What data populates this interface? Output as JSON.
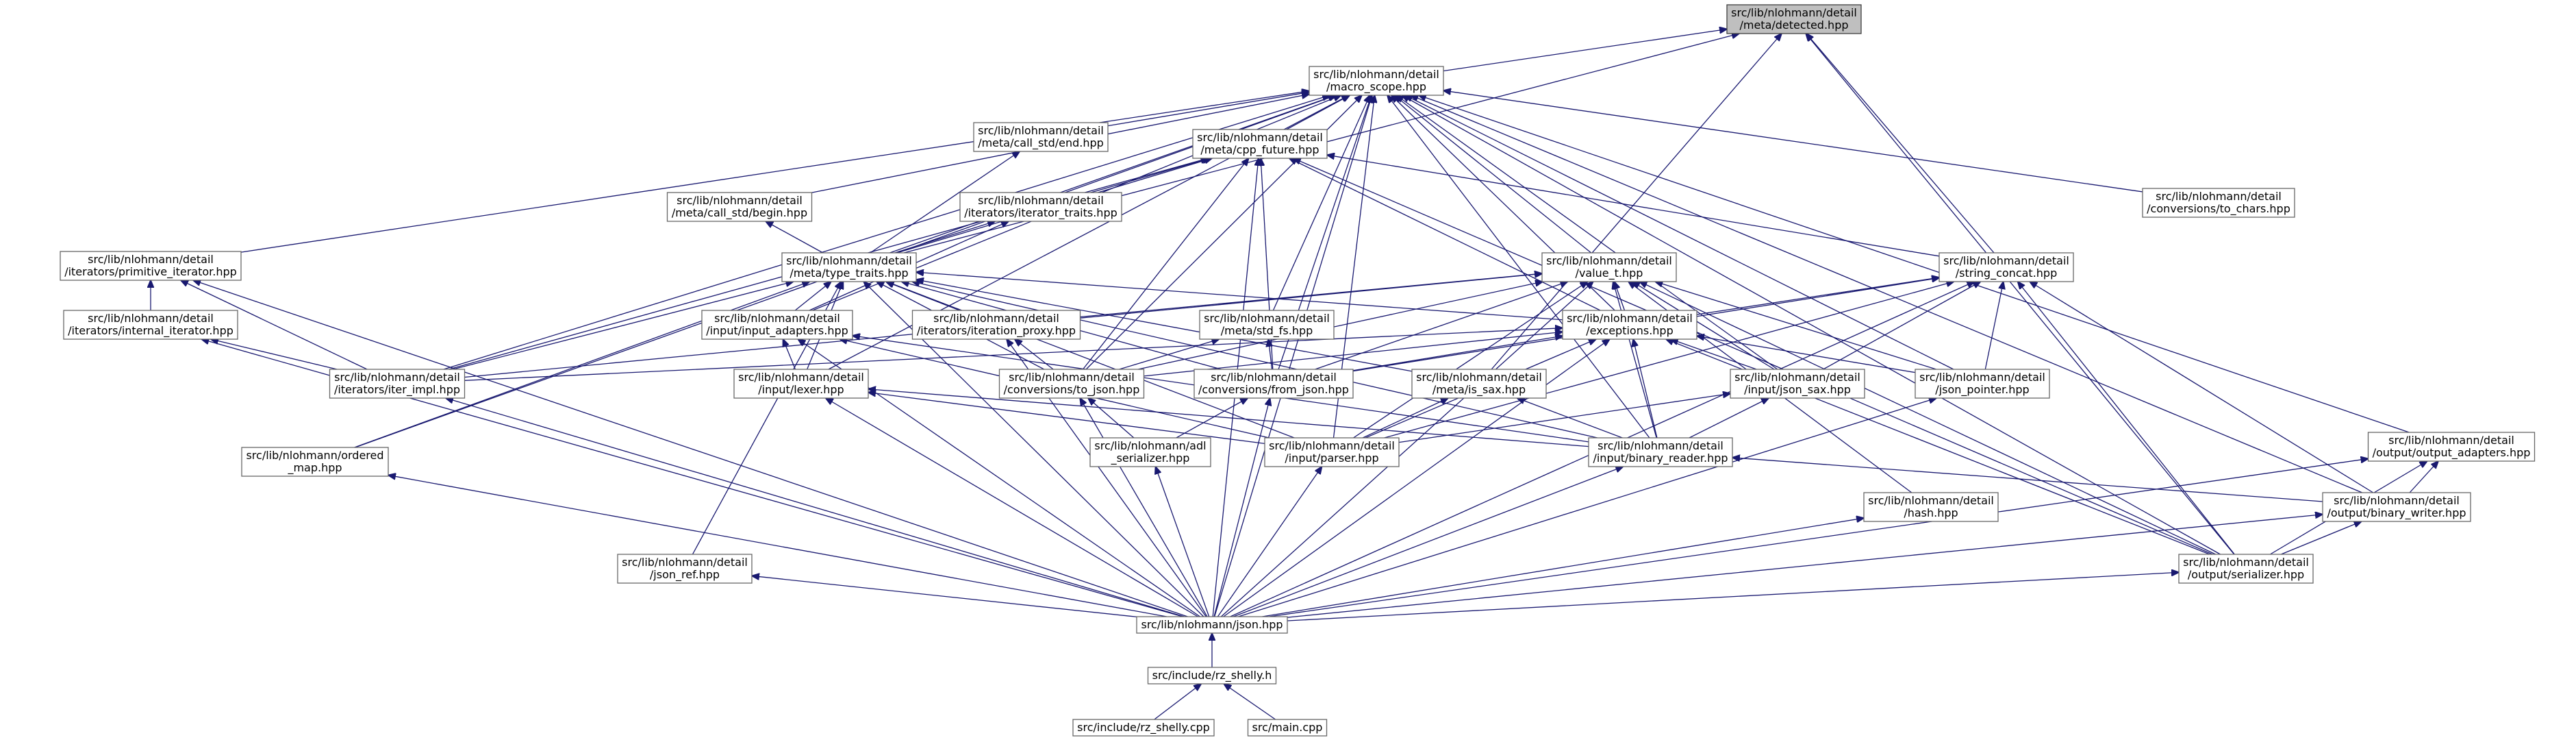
{
  "colors": {
    "edge": "#191970",
    "node_border": "#666666",
    "root_fill": "#bfbfbf",
    "background": "#ffffff"
  },
  "nodes": [
    {
      "id": "detected",
      "lines": [
        "src/lib/nlohmann/detail",
        "/meta/detected.hpp"
      ],
      "root": true
    },
    {
      "id": "macro_scope",
      "lines": [
        "src/lib/nlohmann/detail",
        "/macro_scope.hpp"
      ]
    },
    {
      "id": "call_std_end",
      "lines": [
        "src/lib/nlohmann/detail",
        "/meta/call_std/end.hpp"
      ]
    },
    {
      "id": "cpp_future",
      "lines": [
        "src/lib/nlohmann/detail",
        "/meta/cpp_future.hpp"
      ]
    },
    {
      "id": "to_chars",
      "lines": [
        "src/lib/nlohmann/detail",
        "/conversions/to_chars.hpp"
      ]
    },
    {
      "id": "call_std_begin",
      "lines": [
        "src/lib/nlohmann/detail",
        "/meta/call_std/begin.hpp"
      ]
    },
    {
      "id": "iterator_traits",
      "lines": [
        "src/lib/nlohmann/detail",
        "/iterators/iterator_traits.hpp"
      ]
    },
    {
      "id": "primitive_iterator",
      "lines": [
        "src/lib/nlohmann/detail",
        "/iterators/primitive_iterator.hpp"
      ]
    },
    {
      "id": "type_traits",
      "lines": [
        "src/lib/nlohmann/detail",
        "/meta/type_traits.hpp"
      ]
    },
    {
      "id": "value_t",
      "lines": [
        "src/lib/nlohmann/detail",
        "/value_t.hpp"
      ]
    },
    {
      "id": "string_concat",
      "lines": [
        "src/lib/nlohmann/detail",
        "/string_concat.hpp"
      ]
    },
    {
      "id": "internal_iterator",
      "lines": [
        "src/lib/nlohmann/detail",
        "/iterators/internal_iterator.hpp"
      ]
    },
    {
      "id": "ordered_map",
      "lines": [
        "src/lib/nlohmann/ordered",
        "_map.hpp"
      ]
    },
    {
      "id": "input_adapters",
      "lines": [
        "src/lib/nlohmann/detail",
        "/input/input_adapters.hpp"
      ]
    },
    {
      "id": "iteration_proxy",
      "lines": [
        "src/lib/nlohmann/detail",
        "/iterators/iteration_proxy.hpp"
      ]
    },
    {
      "id": "std_fs",
      "lines": [
        "src/lib/nlohmann/detail",
        "/meta/std_fs.hpp"
      ]
    },
    {
      "id": "exceptions",
      "lines": [
        "src/lib/nlohmann/detail",
        "/exceptions.hpp"
      ]
    },
    {
      "id": "iter_impl",
      "lines": [
        "src/lib/nlohmann/detail",
        "/iterators/iter_impl.hpp"
      ]
    },
    {
      "id": "lexer",
      "lines": [
        "src/lib/nlohmann/detail",
        "/input/lexer.hpp"
      ]
    },
    {
      "id": "to_json",
      "lines": [
        "src/lib/nlohmann/detail",
        "/conversions/to_json.hpp"
      ]
    },
    {
      "id": "from_json",
      "lines": [
        "src/lib/nlohmann/detail",
        "/conversions/from_json.hpp"
      ]
    },
    {
      "id": "is_sax",
      "lines": [
        "src/lib/nlohmann/detail",
        "/meta/is_sax.hpp"
      ]
    },
    {
      "id": "json_sax",
      "lines": [
        "src/lib/nlohmann/detail",
        "/input/json_sax.hpp"
      ]
    },
    {
      "id": "json_pointer",
      "lines": [
        "src/lib/nlohmann/detail",
        "/json_pointer.hpp"
      ]
    },
    {
      "id": "output_adapters",
      "lines": [
        "src/lib/nlohmann/detail",
        "/output/output_adapters.hpp"
      ]
    },
    {
      "id": "adl_serializer",
      "lines": [
        "src/lib/nlohmann/adl",
        "_serializer.hpp"
      ]
    },
    {
      "id": "parser",
      "lines": [
        "src/lib/nlohmann/detail",
        "/input/parser.hpp"
      ]
    },
    {
      "id": "binary_reader",
      "lines": [
        "src/lib/nlohmann/detail",
        "/input/binary_reader.hpp"
      ]
    },
    {
      "id": "hash",
      "lines": [
        "src/lib/nlohmann/detail",
        "/hash.hpp"
      ]
    },
    {
      "id": "binary_writer",
      "lines": [
        "src/lib/nlohmann/detail",
        "/output/binary_writer.hpp"
      ]
    },
    {
      "id": "json_ref",
      "lines": [
        "src/lib/nlohmann/detail",
        "/json_ref.hpp"
      ]
    },
    {
      "id": "serializer",
      "lines": [
        "src/lib/nlohmann/detail",
        "/output/serializer.hpp"
      ]
    },
    {
      "id": "json",
      "lines": [
        "src/lib/nlohmann/json.hpp"
      ]
    },
    {
      "id": "rz_shelly_h",
      "lines": [
        "src/include/rz_shelly.h"
      ]
    },
    {
      "id": "rz_shelly_cpp",
      "lines": [
        "src/include/rz_shelly.cpp"
      ]
    },
    {
      "id": "main_cpp",
      "lines": [
        "src/main.cpp"
      ]
    }
  ],
  "edges": [
    [
      "macro_scope",
      "detected"
    ],
    [
      "string_concat",
      "detected"
    ],
    [
      "type_traits",
      "detected"
    ],
    [
      "is_sax",
      "detected"
    ],
    [
      "serializer",
      "detected"
    ],
    [
      "call_std_end",
      "macro_scope"
    ],
    [
      "cpp_future",
      "macro_scope"
    ],
    [
      "to_chars",
      "macro_scope"
    ],
    [
      "call_std_begin",
      "macro_scope"
    ],
    [
      "primitive_iterator",
      "macro_scope"
    ],
    [
      "type_traits",
      "macro_scope"
    ],
    [
      "value_t",
      "macro_scope"
    ],
    [
      "ordered_map",
      "macro_scope"
    ],
    [
      "input_adapters",
      "macro_scope"
    ],
    [
      "std_fs",
      "macro_scope"
    ],
    [
      "exceptions",
      "macro_scope"
    ],
    [
      "iter_impl",
      "macro_scope"
    ],
    [
      "lexer",
      "macro_scope"
    ],
    [
      "to_json",
      "macro_scope"
    ],
    [
      "from_json",
      "macro_scope"
    ],
    [
      "json_sax",
      "macro_scope"
    ],
    [
      "json_pointer",
      "macro_scope"
    ],
    [
      "output_adapters",
      "macro_scope"
    ],
    [
      "parser",
      "macro_scope"
    ],
    [
      "binary_reader",
      "macro_scope"
    ],
    [
      "binary_writer",
      "macro_scope"
    ],
    [
      "serializer",
      "macro_scope"
    ],
    [
      "json",
      "macro_scope"
    ],
    [
      "type_traits",
      "cpp_future"
    ],
    [
      "iterator_traits",
      "cpp_future"
    ],
    [
      "string_concat",
      "cpp_future"
    ],
    [
      "exceptions",
      "cpp_future"
    ],
    [
      "to_json",
      "cpp_future"
    ],
    [
      "from_json",
      "cpp_future"
    ],
    [
      "iter_impl",
      "cpp_future"
    ],
    [
      "json",
      "cpp_future"
    ],
    [
      "serializer",
      "cpp_future"
    ],
    [
      "type_traits",
      "call_std_end"
    ],
    [
      "type_traits",
      "call_std_begin"
    ],
    [
      "type_traits",
      "iterator_traits"
    ],
    [
      "input_adapters",
      "iterator_traits"
    ],
    [
      "internal_iterator",
      "primitive_iterator"
    ],
    [
      "iter_impl",
      "primitive_iterator"
    ],
    [
      "json",
      "primitive_iterator"
    ],
    [
      "ordered_map",
      "type_traits"
    ],
    [
      "input_adapters",
      "type_traits"
    ],
    [
      "iteration_proxy",
      "type_traits"
    ],
    [
      "exceptions",
      "type_traits"
    ],
    [
      "iter_impl",
      "type_traits"
    ],
    [
      "lexer",
      "type_traits"
    ],
    [
      "to_json",
      "type_traits"
    ],
    [
      "from_json",
      "type_traits"
    ],
    [
      "is_sax",
      "type_traits"
    ],
    [
      "binary_reader",
      "type_traits"
    ],
    [
      "json_ref",
      "type_traits"
    ],
    [
      "json",
      "type_traits"
    ],
    [
      "parser",
      "type_traits"
    ],
    [
      "exceptions",
      "value_t"
    ],
    [
      "iteration_proxy",
      "value_t"
    ],
    [
      "iter_impl",
      "value_t"
    ],
    [
      "to_json",
      "value_t"
    ],
    [
      "from_json",
      "value_t"
    ],
    [
      "json_sax",
      "value_t"
    ],
    [
      "json_pointer",
      "value_t"
    ],
    [
      "parser",
      "value_t"
    ],
    [
      "binary_reader",
      "value_t"
    ],
    [
      "hash",
      "value_t"
    ],
    [
      "serializer",
      "value_t"
    ],
    [
      "json",
      "value_t"
    ],
    [
      "exceptions",
      "string_concat"
    ],
    [
      "json_sax",
      "string_concat"
    ],
    [
      "json_pointer",
      "string_concat"
    ],
    [
      "parser",
      "string_concat"
    ],
    [
      "binary_writer",
      "string_concat"
    ],
    [
      "serializer",
      "string_concat"
    ],
    [
      "json",
      "string_concat"
    ],
    [
      "from_json",
      "string_concat"
    ],
    [
      "iter_impl",
      "internal_iterator"
    ],
    [
      "json",
      "internal_iterator"
    ],
    [
      "json",
      "ordered_map"
    ],
    [
      "lexer",
      "input_adapters"
    ],
    [
      "parser",
      "input_adapters"
    ],
    [
      "binary_reader",
      "input_adapters"
    ],
    [
      "json",
      "input_adapters"
    ],
    [
      "to_json",
      "iteration_proxy"
    ],
    [
      "json",
      "iteration_proxy"
    ],
    [
      "from_json",
      "std_fs"
    ],
    [
      "to_json",
      "std_fs"
    ],
    [
      "iter_impl",
      "exceptions"
    ],
    [
      "from_json",
      "exceptions"
    ],
    [
      "json_sax",
      "exceptions"
    ],
    [
      "json_pointer",
      "exceptions"
    ],
    [
      "parser",
      "exceptions"
    ],
    [
      "binary_reader",
      "exceptions"
    ],
    [
      "serializer",
      "exceptions"
    ],
    [
      "json",
      "exceptions"
    ],
    [
      "to_json",
      "exceptions"
    ],
    [
      "json",
      "iter_impl"
    ],
    [
      "parser",
      "lexer"
    ],
    [
      "binary_reader",
      "lexer"
    ],
    [
      "json",
      "lexer"
    ],
    [
      "adl_serializer",
      "to_json"
    ],
    [
      "json",
      "to_json"
    ],
    [
      "adl_serializer",
      "from_json"
    ],
    [
      "json",
      "from_json"
    ],
    [
      "parser",
      "is_sax"
    ],
    [
      "binary_reader",
      "is_sax"
    ],
    [
      "parser",
      "json_sax"
    ],
    [
      "binary_reader",
      "json_sax"
    ],
    [
      "json",
      "json_pointer"
    ],
    [
      "binary_writer",
      "output_adapters"
    ],
    [
      "serializer",
      "output_adapters"
    ],
    [
      "json",
      "output_adapters"
    ],
    [
      "json",
      "adl_serializer"
    ],
    [
      "json",
      "parser"
    ],
    [
      "json",
      "binary_reader"
    ],
    [
      "binary_writer",
      "binary_reader"
    ],
    [
      "json",
      "hash"
    ],
    [
      "json",
      "binary_writer"
    ],
    [
      "serializer",
      "binary_writer"
    ],
    [
      "json",
      "json_ref"
    ],
    [
      "json",
      "serializer"
    ],
    [
      "rz_shelly_h",
      "json"
    ],
    [
      "rz_shelly_cpp",
      "rz_shelly_h"
    ],
    [
      "main_cpp",
      "rz_shelly_h"
    ]
  ]
}
